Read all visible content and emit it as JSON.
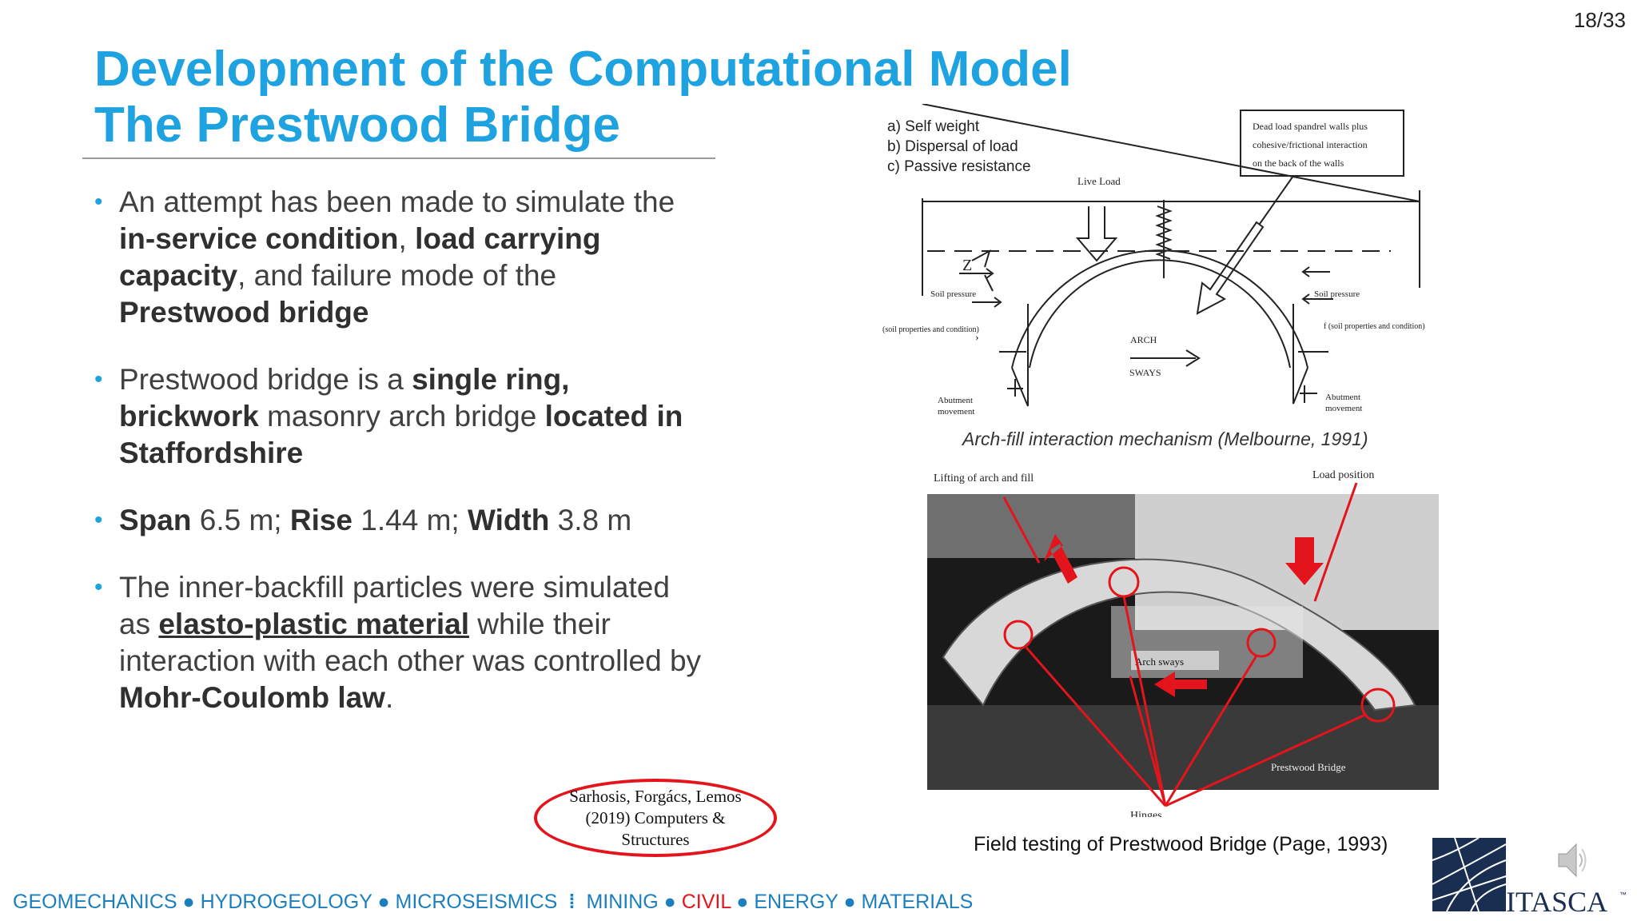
{
  "slide_number": "18/33",
  "title_line1": "Development of the Computational Model",
  "title_line2": "The Prestwood Bridge",
  "bullets": {
    "b1": {
      "t1": "An attempt has been made to simulate the ",
      "b1": "in-service condition",
      "t2": ", ",
      "b2": "load carrying capacity",
      "t3": ", and failure mode of the ",
      "b3": "Prestwood bridge"
    },
    "b2": {
      "t1": "Prestwood bridge is a ",
      "b1": "single ring, brickwork",
      "t2": " masonry arch bridge ",
      "b2": "located in Staffordshire"
    },
    "b3": {
      "b1": "Span",
      "t1": " 6.5 m; ",
      "b2": "Rise",
      "t2": " 1.44 m; ",
      "b3": "Width",
      "t3": " 3.8 m"
    },
    "b4": {
      "t1": "The inner-backfill particles were simulated as ",
      "u1": "elasto-plastic material",
      "t2": " while their interaction with each other was controlled by ",
      "b1": "Mohr-Coulomb law",
      "t3": "."
    }
  },
  "citation": {
    "line1": "Sarhosis, Forgács, Lemos",
    "line2": "(2019) Computers &",
    "line3": "Structures"
  },
  "mechanism_figure": {
    "legend_a": "a) Self weight",
    "legend_b": "b) Dispersal of load",
    "legend_c": "c) Passive resistance",
    "callout_line1": "Dead load spandrel walls plus",
    "callout_line2": "cohesive/frictional interaction",
    "callout_line3": "on the back of the walls",
    "live_load": "Live Load",
    "soil_pressure_left": "Soil pressure",
    "soil_props_left": "(soil properties and condition)",
    "soil_pressure_right": "Soil pressure",
    "soil_props_right": "f (soil properties and condition)",
    "arch": "ARCH",
    "sways": "SWAYS",
    "abutment_left_1": "Abutment",
    "abutment_left_2": "movement",
    "abutment_right_1": "Abutment",
    "abutment_right_2": "movement",
    "caption": "Arch-fill interaction mechanism (Melbourne, 1991)"
  },
  "photo_figure": {
    "lifting": "Lifting of arch and fill",
    "load_position": "Load position",
    "arch_sways": "Arch sways",
    "prestwood": "Prestwood Bridge",
    "hinges": "Hinges",
    "caption": "Field testing of Prestwood Bridge (Page, 1993)"
  },
  "footer": {
    "geomechanics": "GEOMECHANICS",
    "hydrogeology": "HYDROGEOLOGY",
    "microseismics": "MICROSEISMICS",
    "mining": "MINING",
    "civil": "CIVIL",
    "energy": "ENERGY",
    "materials": "MATERIALS",
    "bullet": "●",
    "divider": "⁞"
  },
  "logo": {
    "text": "ITASCA",
    "tm": "™"
  },
  "colors": {
    "accent_blue": "#1fa3e0",
    "footer_blue": "#1b7fbf",
    "red": "#e4141c",
    "body_text": "#404040"
  },
  "icons": {
    "speaker": "speaker-icon",
    "logo": "itasca-logo"
  }
}
